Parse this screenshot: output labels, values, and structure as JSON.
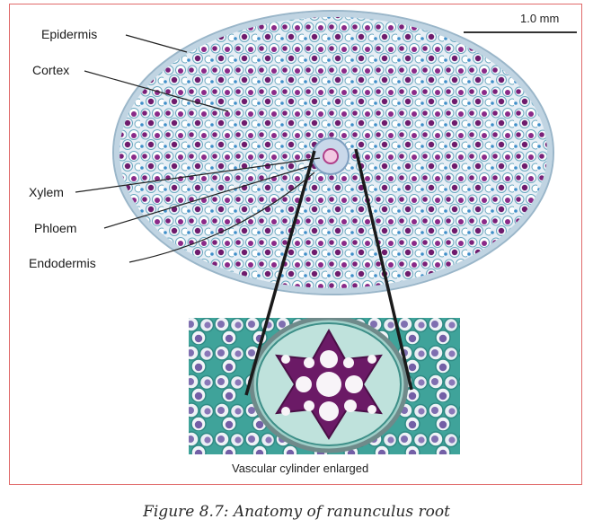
{
  "labels": {
    "epidermis": "Epidermis",
    "cortex": "Cortex",
    "xylem": "Xylem",
    "phloem": "Phloem",
    "endodermis": "Endodermis"
  },
  "scale_bar": "1.0 mm",
  "inset_caption": "Vascular cylinder enlarged",
  "figure_caption": "Figure 8.7: Anatomy of ranunculus root",
  "colors": {
    "frame": "#e06a6a",
    "tissue_bg": "#dbe6ef",
    "cell_wall": "#5aa0b8",
    "starch": "#7a1f78",
    "vessel": "#6b1a66"
  }
}
